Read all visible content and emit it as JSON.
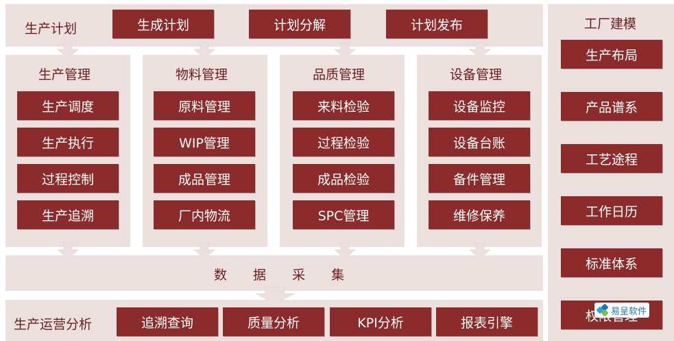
{
  "plan": {
    "title": "生产计划",
    "buttons": [
      "生成计划",
      "计划分解",
      "计划发布"
    ]
  },
  "modules": [
    {
      "title": "生产管理",
      "items": [
        "生产调度",
        "生产执行",
        "过程控制",
        "生产追溯"
      ]
    },
    {
      "title": "物料管理",
      "items": [
        "原料管理",
        "WIP管理",
        "成品管理",
        "厂内物流"
      ]
    },
    {
      "title": "品质管理",
      "items": [
        "来料检验",
        "过程检验",
        "成品检验",
        "SPC管理"
      ]
    },
    {
      "title": "设备管理",
      "items": [
        "设备监控",
        "设备台账",
        "备件管理",
        "维修保养"
      ]
    }
  ],
  "data_collection": {
    "label": "数 据 采 集"
  },
  "analysis": {
    "title": "生产运营分析",
    "buttons": [
      "追溯查询",
      "质量分析",
      "KPI分析",
      "报表引擎"
    ]
  },
  "factory": {
    "title": "工厂建模",
    "items": [
      "生产布局",
      "产品谱系",
      "工艺途程",
      "工作日历",
      "标准体系",
      "权限管理"
    ]
  },
  "watermark": {
    "text": "易呈软件"
  },
  "colors": {
    "panel": "#ece0df",
    "button": "#8b2b2b",
    "label": "#6b1e1e",
    "watermark": "#1b73c7"
  }
}
